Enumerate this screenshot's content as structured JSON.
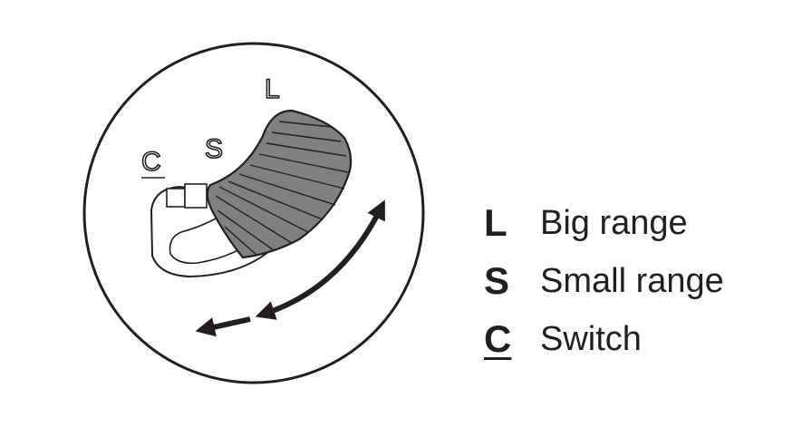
{
  "dial": {
    "labels": {
      "c": "C",
      "s": "S",
      "l": "L"
    }
  },
  "legend": [
    {
      "key": "L",
      "desc": "Big range",
      "underlined": false
    },
    {
      "key": "S",
      "desc": "Small range",
      "underlined": false
    },
    {
      "key": "C",
      "desc": "Switch",
      "underlined": true
    }
  ],
  "colors": {
    "ink": "#231f20",
    "wheel": "#808080",
    "background": "#ffffff"
  }
}
